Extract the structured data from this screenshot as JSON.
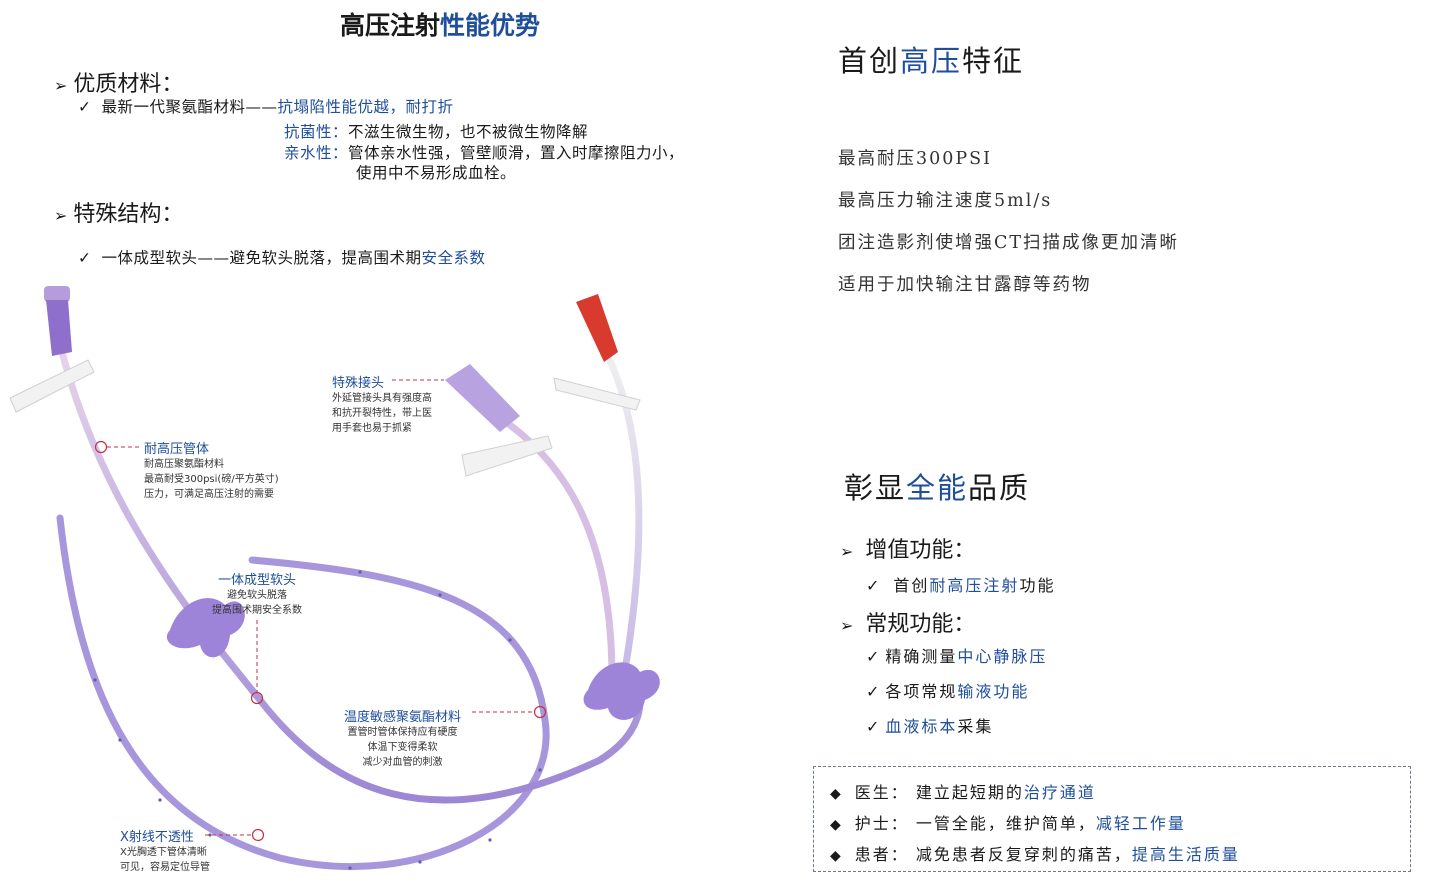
{
  "left": {
    "title_plain": "高压注射",
    "title_hl": "性能优势",
    "sec1": "优质材料：",
    "sec1_b1_plain": "最新一代聚氨酯材料——",
    "sec1_b1_hl": "抗塌陷性能优越，耐打折",
    "sec1_s1_lbl": "抗菌性：",
    "sec1_s1_txt": "不滋生微生物，也不被微生物降解",
    "sec1_s2_lbl": "亲水性：",
    "sec1_s2_txt": "管体亲水性强，管壁顺滑，置入时摩擦阻力小，",
    "sec1_s2_txt2": "使用中不易形成血栓。",
    "sec2": "特殊结构：",
    "sec2_b1_plain": "一体成型软头——避免软头脱落，提高围术期",
    "sec2_b1_hl": "安全系数",
    "check": "✓",
    "arrow": "➢"
  },
  "annotations": {
    "connector_title": "特殊接头",
    "connector_l1": "外延管接头具有强度高",
    "connector_l2": "和抗开裂特性，带上医",
    "connector_l3": "用手套也易于抓紧",
    "pressure_title": "耐高压管体",
    "pressure_l1": "耐高压聚氨酯材料",
    "pressure_l2": "最高耐受300psi(磅/平方英寸)",
    "pressure_l3": "压力，可满足高压注射的需要",
    "tip_title": "一体成型软头",
    "tip_l1": "避免软头脱落",
    "tip_l2": "提高围术期安全系数",
    "temp_title": "温度敏感聚氨酯材料",
    "temp_l1": "置管时管体保持应有硬度",
    "temp_l2": "体温下变得柔软",
    "temp_l3": "减少对血管的刺激",
    "xray_title": "X射线不透性",
    "xray_l1": "X光胸透下管体清晰",
    "xray_l2": "可见，容易定位导管"
  },
  "right": {
    "t1_a": "首创",
    "t1_hl": "高压",
    "t1_b": "特征",
    "lines": [
      "最高耐压300PSI",
      "最高压力输注速度5ml/s",
      "团注造影剂使增强CT扫描成像更加清晰",
      "适用于加快输注甘露醇等药物"
    ],
    "t2_a": "彰显",
    "t2_hl": "全能",
    "t2_b": "品质",
    "sec_a": "增值功能：",
    "sec_a_b1_plain": "首创",
    "sec_a_b1_hl": "耐高压注射",
    "sec_a_b1_tail": "功能",
    "sec_b": "常规功能：",
    "sec_b_b1_plain": "精确测量",
    "sec_b_b1_hl": "中心静脉压",
    "sec_b_b2_plain": "各项常规",
    "sec_b_b2_hl": "输液功能",
    "sec_b_b3_hl": "血液标本",
    "sec_b_b3_tail": "采集",
    "diamond": "◆",
    "box_1_plain": "医生：  建立起短期的",
    "box_1_hl": "治疗通道",
    "box_2_plain": "护士：  一管全能，维护简单，",
    "box_2_hl": "减轻工作量",
    "box_3_plain": "患者：  减免患者反复穿刺的痛苦，",
    "box_3_hl": "提高生活质量"
  },
  "colors": {
    "accent": "#1f4e9a",
    "catheter": "#9b87d4",
    "hub_red": "#d93a2e",
    "marker": "#c0304a"
  }
}
